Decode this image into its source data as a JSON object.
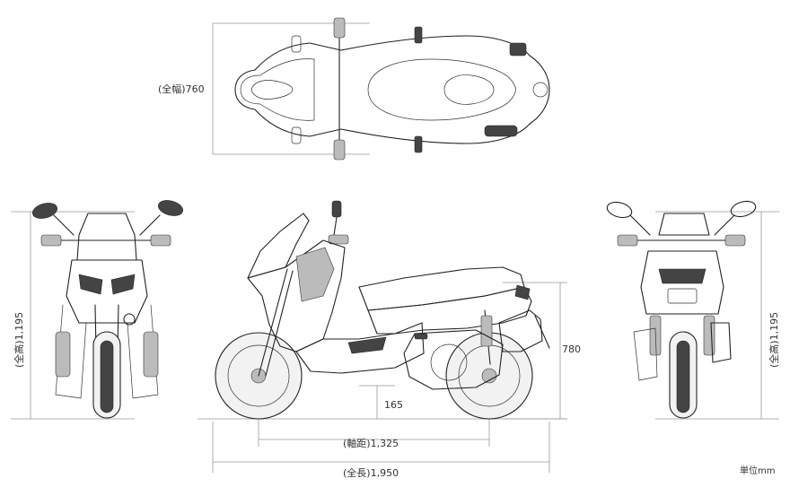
{
  "labels": {
    "overall_width": "(全幅)760",
    "overall_height_left": "(全高)1,195",
    "overall_height_right": "(全高)1,195",
    "seat_height": "780",
    "ground_clearance": "165",
    "wheelbase": "(軸距)1,325",
    "overall_length": "(全長)1,950",
    "unit": "単位mm"
  }
}
